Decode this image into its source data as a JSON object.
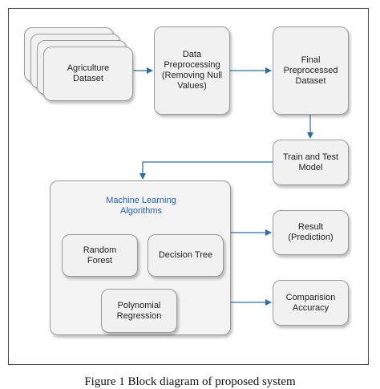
{
  "nodes": {
    "agriculture_dataset": "Agriculture\nDataset",
    "data_preprocessing": "Data\nPreprocessing\n(Removing Null\nValues)",
    "final_dataset": "Final\nPreprocessed\nDataset",
    "train_test_model": "Train and Test\nModel",
    "ml_algorithms": "Machine Learning\nAlgorithms",
    "random_forest": "Random\nForest",
    "decision_tree": "Decision Tree",
    "polynomial_regression": "Polynomial\nRegression",
    "result": "Result\n(Prediction)",
    "comparison_accuracy": "Comparision\nAccuracy"
  },
  "caption": "Figure 1 Block diagram of proposed system",
  "colors": {
    "arrow": "#2e6da4",
    "ml_title": "#2a5db0",
    "box_fill": "#f1f1f1",
    "border": "#9a9a9a"
  }
}
